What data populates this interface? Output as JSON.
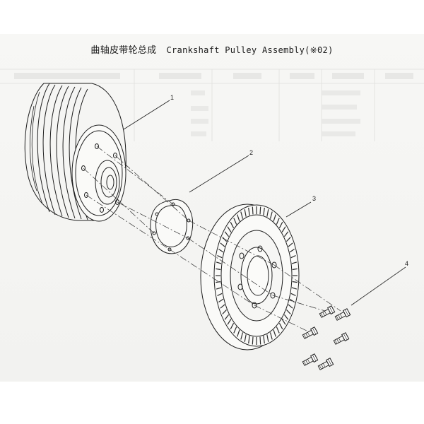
{
  "title": {
    "zh": "曲轴皮带轮总成",
    "en": "Crankshaft Pulley Assembly(※02)"
  },
  "callouts": [
    {
      "number": "1",
      "part": "crankshaft-pulley"
    },
    {
      "number": "2",
      "part": "gasket-plate"
    },
    {
      "number": "3",
      "part": "damper-ring"
    },
    {
      "number": "4",
      "part": "bolt"
    }
  ],
  "colors": {
    "ink": "#1e1e1e",
    "paper": "#f4f4f2",
    "faint": "#d8d8d6"
  }
}
